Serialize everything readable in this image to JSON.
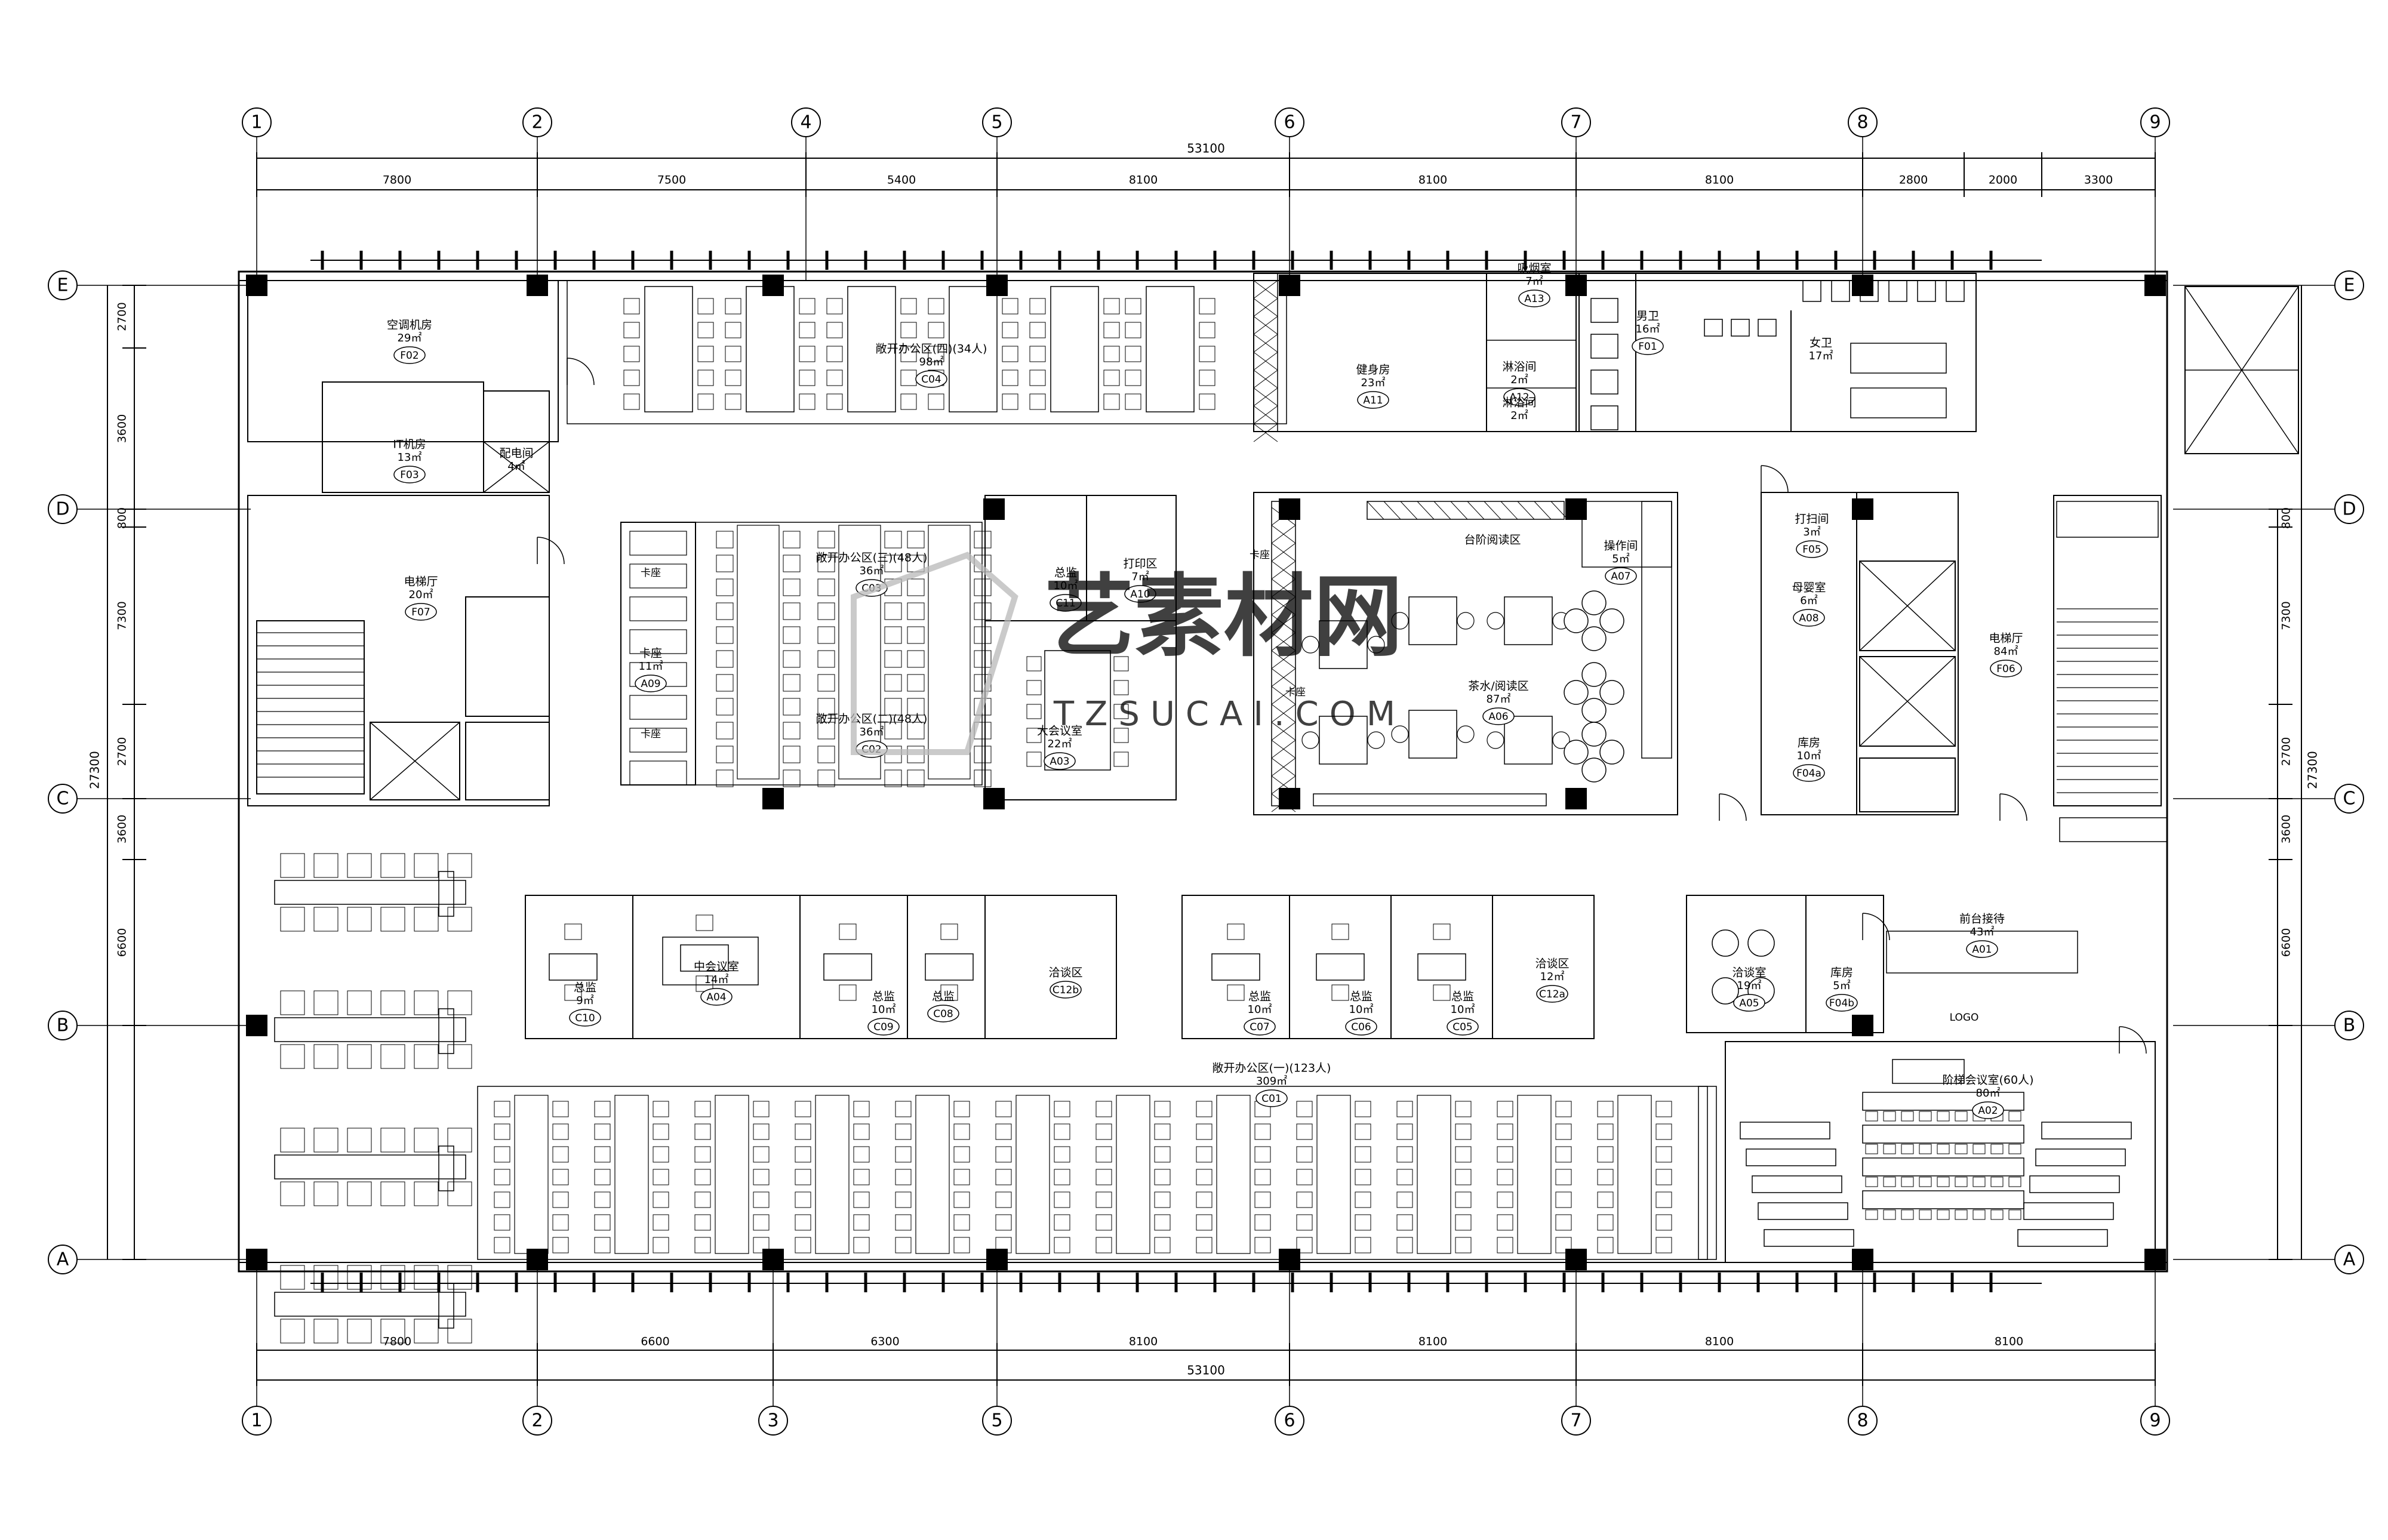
{
  "colors": {
    "ink": "#000000",
    "paper": "#ffffff",
    "watermark": "#b8b8b8"
  },
  "grid": {
    "top_labels": [
      "1",
      "2",
      "4",
      "5",
      "6",
      "7",
      "8",
      "9"
    ],
    "bottom_labels": [
      "1",
      "2",
      "3",
      "5",
      "6",
      "7",
      "8",
      "9"
    ],
    "side_labels": [
      "E",
      "D",
      "C",
      "B",
      "A"
    ]
  },
  "dimensions": {
    "total": "53100",
    "top_spans": [
      "7800",
      "7500",
      "5400",
      "8100",
      "8100",
      "8100",
      "2800",
      "2000",
      "3300"
    ],
    "bottom_spans": [
      "7800",
      "6600",
      "6300",
      "8100",
      "8100",
      "8100",
      "8100"
    ],
    "left_spans": [
      "2700",
      "3600",
      "800",
      "7300",
      "2700",
      "3600",
      "6600"
    ],
    "left_total": "27300",
    "right_spans": [
      "800",
      "7300",
      "2700",
      "3600",
      "6600"
    ],
    "right_total": "27300"
  },
  "rooms": [
    {
      "name": "空调机房",
      "area": "29㎡",
      "code": "F02"
    },
    {
      "name": "IT机房",
      "area": "13㎡",
      "code": "F03"
    },
    {
      "name": "配电间",
      "area": "4㎡",
      "code": ""
    },
    {
      "name": "电梯厅",
      "area": "20㎡",
      "code": "F07"
    },
    {
      "name": "敞开办公区(四)(34人)",
      "area": "98㎡",
      "code": "C04"
    },
    {
      "name": "敞开办公区(三)(48人)",
      "area": "36㎡",
      "code": "C03"
    },
    {
      "name": "敞开办公区(二)(48人)",
      "area": "36㎡",
      "code": "C02"
    },
    {
      "name": "卡座",
      "area": "11㎡",
      "code": "A09"
    },
    {
      "name": "总监",
      "area": "10㎡",
      "code": "C11"
    },
    {
      "name": "打印区",
      "area": "7㎡",
      "code": "A10"
    },
    {
      "name": "大会议室",
      "area": "22㎡",
      "code": "A03"
    },
    {
      "name": "健身房",
      "area": "23㎡",
      "code": "A11"
    },
    {
      "name": "吸烟室",
      "area": "7㎡",
      "code": "A13"
    },
    {
      "name": "淋浴间",
      "area": "2㎡",
      "code": "A12"
    },
    {
      "name": "淋浴间",
      "area": "2㎡",
      "code": ""
    },
    {
      "name": "男卫",
      "area": "16㎡",
      "code": "F01"
    },
    {
      "name": "女卫",
      "area": "17㎡",
      "code": ""
    },
    {
      "name": "操作间",
      "area": "5㎡",
      "code": "A07"
    },
    {
      "name": "茶水/阅读区",
      "area": "87㎡",
      "code": "A06"
    },
    {
      "name": "打扫间",
      "area": "3㎡",
      "code": "F05"
    },
    {
      "name": "母婴室",
      "area": "6㎡",
      "code": "A08"
    },
    {
      "name": "库房",
      "area": "10㎡",
      "code": "F04a"
    },
    {
      "name": "电梯厅",
      "area": "84㎡",
      "code": "F06"
    },
    {
      "name": "总监",
      "area": "9㎡",
      "code": "C10"
    },
    {
      "name": "中会议室",
      "area": "14㎡",
      "code": "A04"
    },
    {
      "name": "总监",
      "area": "10㎡",
      "code": "C09"
    },
    {
      "name": "总监",
      "area": "",
      "code": "C08"
    },
    {
      "name": "洽谈区",
      "area": "",
      "code": "C12b"
    },
    {
      "name": "总监",
      "area": "10㎡",
      "code": "C07"
    },
    {
      "name": "总监",
      "area": "10㎡",
      "code": "C06"
    },
    {
      "name": "总监",
      "area": "10㎡",
      "code": "C05"
    },
    {
      "name": "洽谈区",
      "area": "12㎡",
      "code": "C12a"
    },
    {
      "name": "洽谈室",
      "area": "19㎡",
      "code": "A05"
    },
    {
      "name": "库房",
      "area": "5㎡",
      "code": "F04b"
    },
    {
      "name": "前台接待",
      "area": "43㎡",
      "code": "A01"
    },
    {
      "name": "阶梯会议室(60人)",
      "area": "80㎡",
      "code": "A02"
    },
    {
      "name": "敞开办公区(一)(123人)",
      "area": "309㎡",
      "code": "C01"
    }
  ],
  "labels": {
    "kazuo_1": "卡座",
    "kazuo_2": "卡座",
    "kazuo_3": "卡座",
    "kazuo_4": "卡座",
    "taijie": "台阶阅读区",
    "logo": "LOGO"
  },
  "watermark": {
    "main": "艺素材网",
    "sub": "TZSUCAI.COM"
  }
}
